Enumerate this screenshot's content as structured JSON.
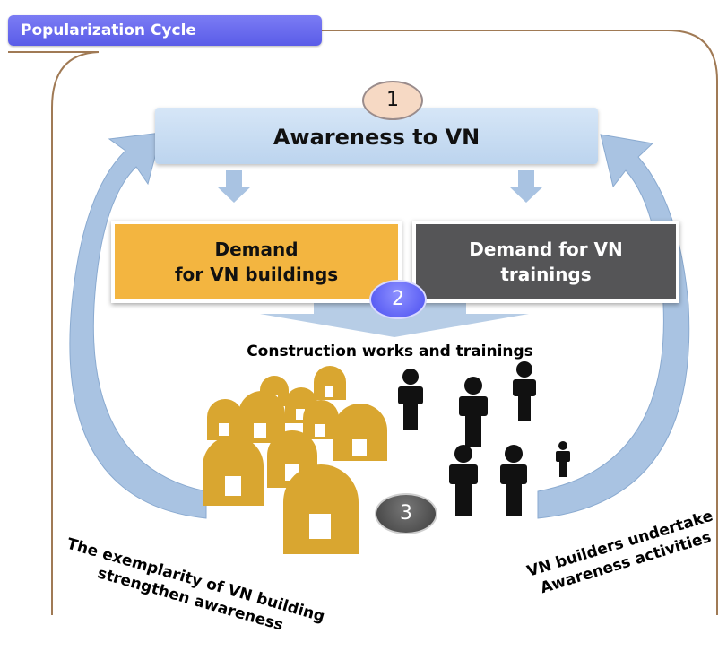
{
  "header": {
    "title": "Popularization Cycle"
  },
  "steps": {
    "step1": "1",
    "step2": "2",
    "step3": "3"
  },
  "nodes": {
    "awareness": "Awareness to VN",
    "demand_buildings": {
      "line1": "Demand",
      "line2": "for VN buildings"
    },
    "demand_trainings": {
      "line1": "Demand for VN",
      "line2": "trainings"
    },
    "construction": "Construction works and trainings"
  },
  "captions": {
    "left": {
      "line1": "The exemplarity of VN building",
      "line2": "strengthen awareness"
    },
    "right": {
      "line1": "VN builders undertake",
      "line2": "Awareness activities"
    }
  },
  "colors": {
    "tag": "#6466f1",
    "awareness_box": "#c8dcf2",
    "demand_buildings": "#f3b540",
    "demand_trainings": "#555557",
    "arrows": "#a9c3e2",
    "frame": "#a07a55",
    "houses": "#d9a630",
    "people": "#111111"
  },
  "icons": [
    "house-icon",
    "person-icon",
    "down-arrow-icon",
    "curved-arrow-icon"
  ]
}
